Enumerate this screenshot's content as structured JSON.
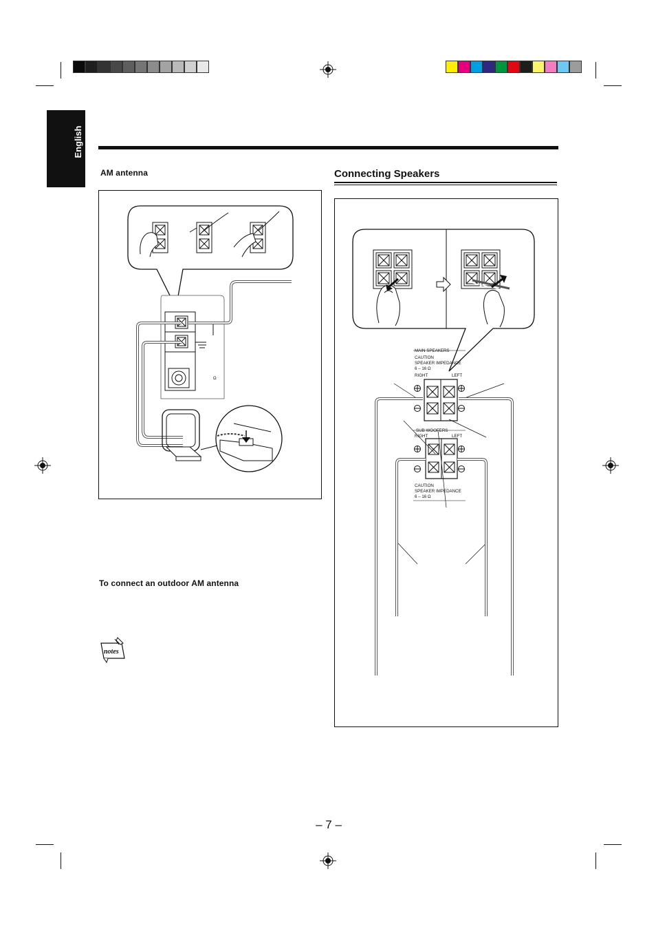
{
  "print_marks": {
    "gray_scale": [
      "#0a0a0a",
      "#1e1e1e",
      "#333333",
      "#484848",
      "#5e5e5e",
      "#757575",
      "#8c8c8c",
      "#a3a3a3",
      "#bababa",
      "#d1d1d1",
      "#e8e8e8"
    ],
    "color_bar": [
      "#ffee00",
      "#e6007e",
      "#009fe3",
      "#312783",
      "#00963f",
      "#e30613",
      "#1d1d1b",
      "#fff36d",
      "#f27ec0",
      "#6fc8f1",
      "#9c9c9c"
    ]
  },
  "sidebar": {
    "language_tab": "English"
  },
  "am_antenna": {
    "heading": "AM antenna"
  },
  "outdoor_am": {
    "heading": "To connect an outdoor AM antenna"
  },
  "notes_icon": {
    "label": "notes"
  },
  "speakers": {
    "heading": "Connecting Speakers",
    "main_label": "MAIN SPEAKERS",
    "caution_top_1": "CAUTION",
    "caution_top_2": "SPEAKER IMPEDANCE",
    "impedance_top": "6 – 16 Ω",
    "right": "RIGHT",
    "left": "LEFT",
    "sub_label": "SUB WOOFERS",
    "caution_bottom_1": "CAUTION",
    "caution_bottom_2": "SPEAKER IMPEDANCE",
    "impedance_bottom": "6 – 16 Ω"
  },
  "antenna_terminal": {
    "ohm": "Ω"
  },
  "footer": {
    "page_number": "– 7 –"
  }
}
